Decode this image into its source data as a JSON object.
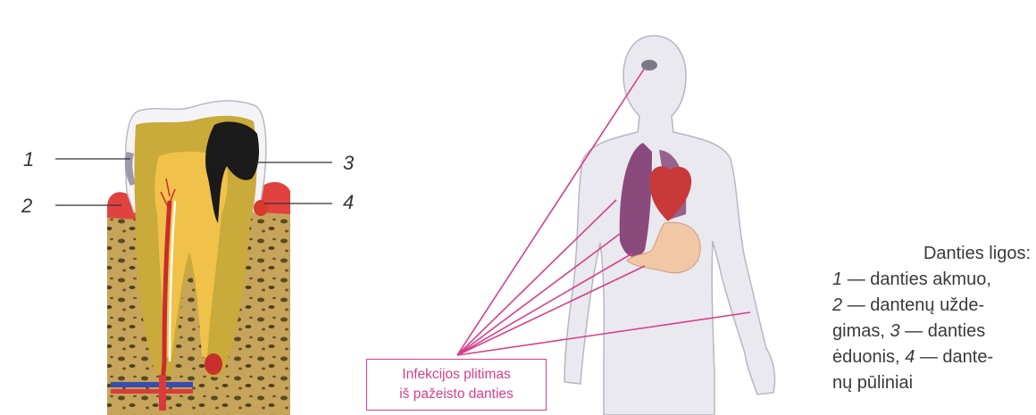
{
  "tooth": {
    "labels": [
      "1",
      "2",
      "3",
      "4"
    ]
  },
  "infection": {
    "line1": "Infekcijos plitimas",
    "line2": "iš pažeisto danties",
    "color": "#d63f8a"
  },
  "caption": {
    "title": "Danties ligos:",
    "items": [
      {
        "number": "1",
        "text": "— danties akmuo,"
      },
      {
        "number": "2",
        "text": "— dantenų užde-"
      },
      {
        "before": "gimas,",
        "number": "3",
        "text": "— danties"
      },
      {
        "before": "ėduonis,",
        "number": "4",
        "text": "— dante-"
      },
      {
        "text": "nų pūliniai"
      }
    ]
  },
  "colors": {
    "enamel": "#f4f4f6",
    "dentin": "#c9aa3a",
    "pulp": "#f0c24a",
    "caries": "#1a1a1a",
    "gum": "#e1423f",
    "bone": "#c6a45a",
    "body": "#e9e9ef",
    "lung": "#8a4a7c",
    "heart": "#c9393a",
    "stomach": "#f1c7a6"
  }
}
